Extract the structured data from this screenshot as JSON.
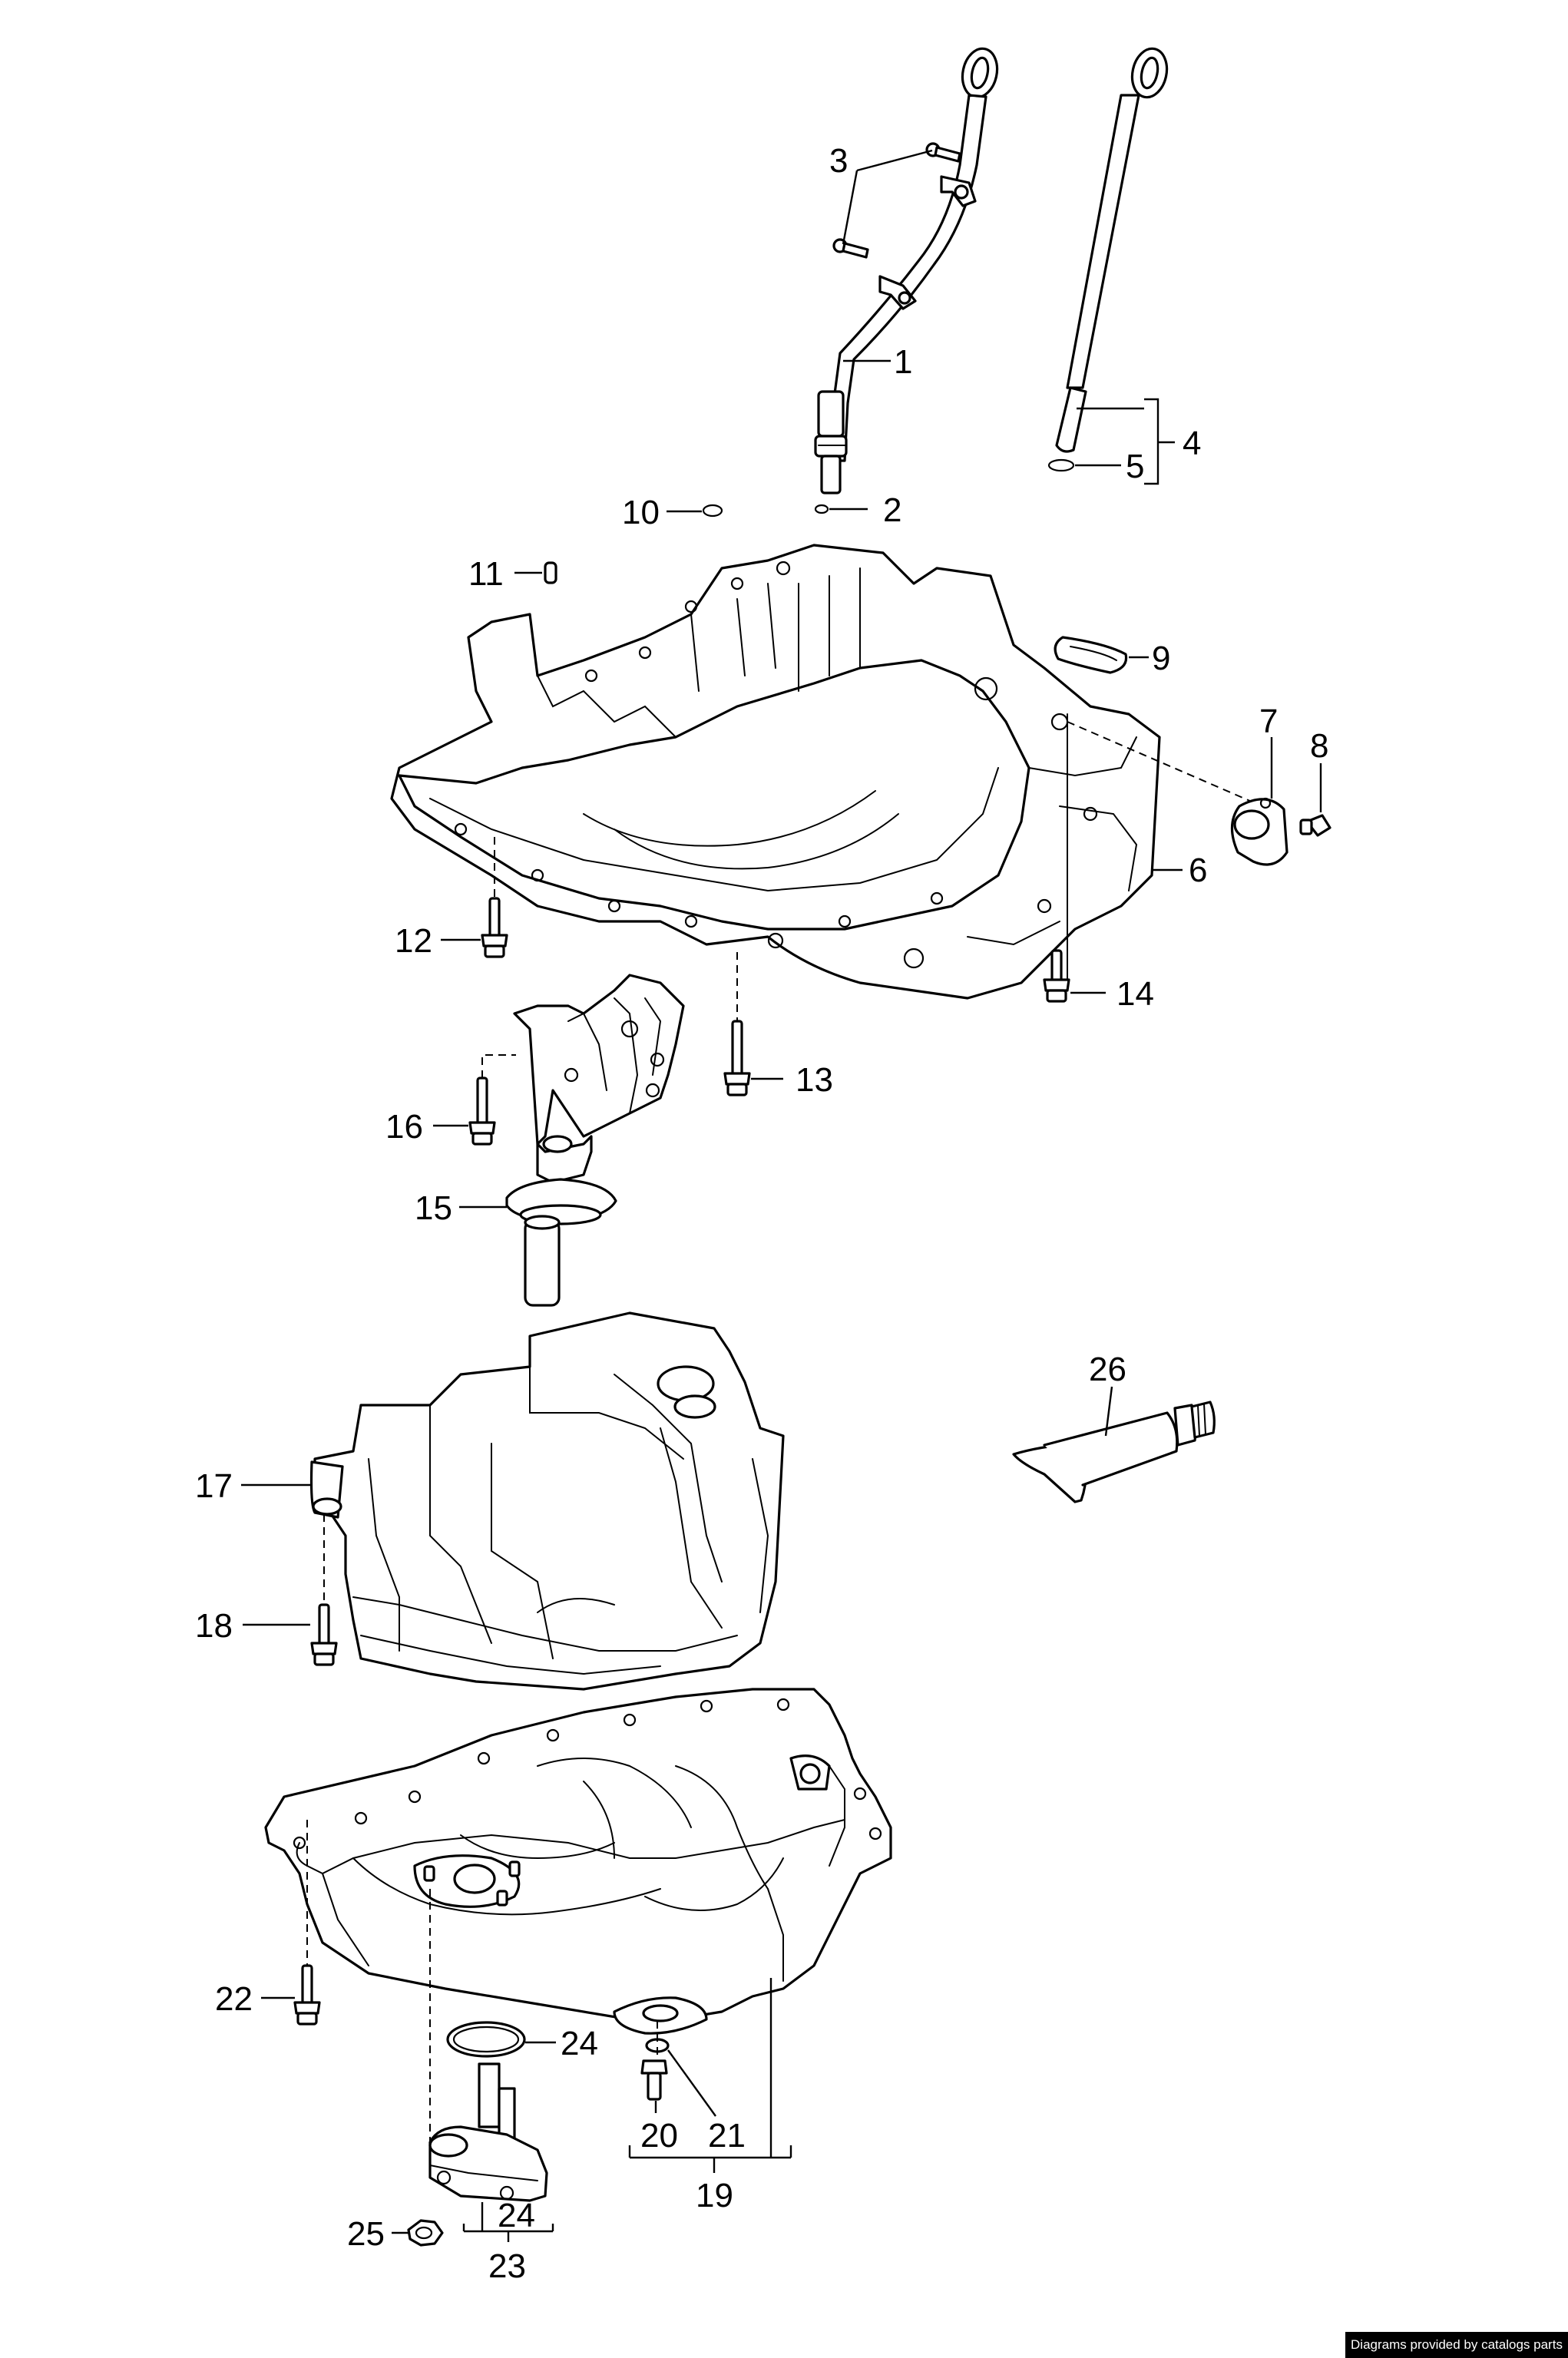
{
  "callouts": {
    "c1": "1",
    "c2": "2",
    "c3": "3",
    "c4": "4",
    "c5": "5",
    "c6": "6",
    "c7": "7",
    "c8": "8",
    "c9": "9",
    "c10": "10",
    "c11": "11",
    "c12": "12",
    "c13": "13",
    "c14": "14",
    "c15": "15",
    "c16": "16",
    "c17": "17",
    "c18": "18",
    "c19": "19",
    "c20": "20",
    "c21": "21",
    "c22": "22",
    "c23": "23",
    "c24a": "24",
    "c24b": "24",
    "c25": "25",
    "c26": "26"
  },
  "credit": "Diagrams provided by catalogs parts",
  "colors": {
    "line": "#000000",
    "background": "#ffffff",
    "credit_bg": "#000000",
    "credit_text": "#ffffff"
  }
}
